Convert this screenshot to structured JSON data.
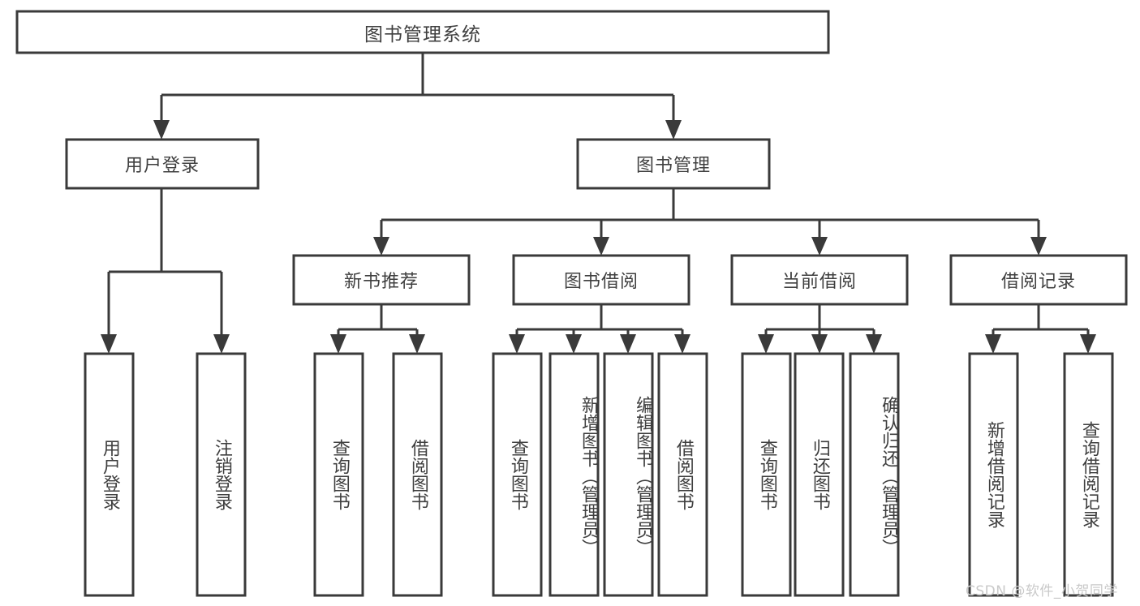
{
  "diagram": {
    "type": "hierarchy-tree",
    "title": "图书管理系统",
    "root": {
      "id": "root",
      "label": "图书管理系统"
    },
    "level2": [
      {
        "id": "user-login",
        "label": "用户登录"
      },
      {
        "id": "book-manage",
        "label": "图书管理"
      }
    ],
    "level3": [
      {
        "id": "new-book-recommend",
        "label": "新书推荐",
        "parent": "book-manage"
      },
      {
        "id": "book-borrow",
        "label": "图书借阅",
        "parent": "book-manage"
      },
      {
        "id": "current-borrow",
        "label": "当前借阅",
        "parent": "book-manage"
      },
      {
        "id": "borrow-record",
        "label": "借阅记录",
        "parent": "book-manage"
      }
    ],
    "leaves": [
      {
        "id": "leaf-user-login",
        "label": "用户登录",
        "parent": "user-login"
      },
      {
        "id": "leaf-logout",
        "label": "注销登录",
        "parent": "user-login"
      },
      {
        "id": "leaf-query-book-1",
        "label": "查询图书",
        "parent": "new-book-recommend"
      },
      {
        "id": "leaf-borrow-book-1",
        "label": "借阅图书",
        "parent": "new-book-recommend"
      },
      {
        "id": "leaf-query-book-2",
        "label": "查询图书",
        "parent": "book-borrow"
      },
      {
        "id": "leaf-add-book",
        "label": "新增图书（管理员）",
        "parent": "book-borrow"
      },
      {
        "id": "leaf-edit-book",
        "label": "编辑图书（管理员）",
        "parent": "book-borrow"
      },
      {
        "id": "leaf-borrow-book-2",
        "label": "借阅图书",
        "parent": "book-borrow"
      },
      {
        "id": "leaf-query-book-3",
        "label": "查询图书",
        "parent": "current-borrow"
      },
      {
        "id": "leaf-return-book",
        "label": "归还图书",
        "parent": "current-borrow"
      },
      {
        "id": "leaf-confirm-return",
        "label": "确认归还（管理员）",
        "parent": "current-borrow"
      },
      {
        "id": "leaf-add-record",
        "label": "新增借阅记录",
        "parent": "borrow-record"
      },
      {
        "id": "leaf-query-record",
        "label": "查询借阅记录",
        "parent": "borrow-record"
      }
    ],
    "colors": {
      "stroke": "#3a3a3a",
      "text": "#3f3f3f",
      "background": "#ffffff",
      "watermark": "#c9c9c9"
    }
  },
  "watermark": {
    "text": "CSDN @软件_小贺同学"
  }
}
